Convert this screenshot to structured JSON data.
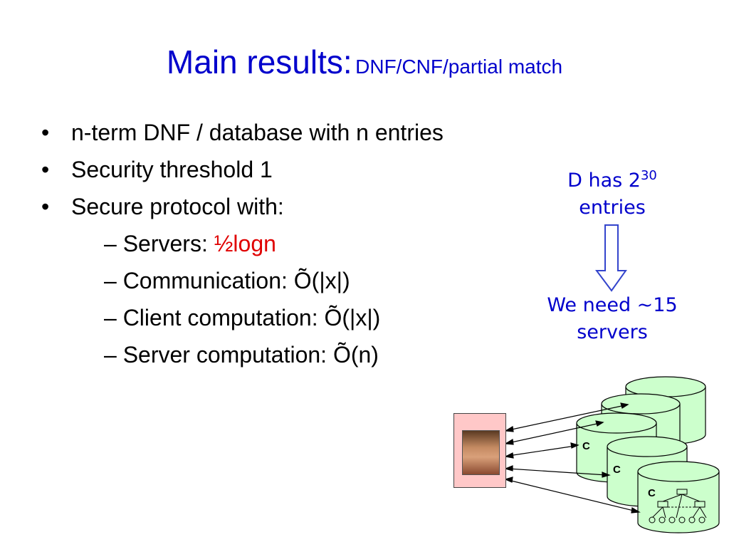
{
  "title": {
    "main": "Main results:",
    "sub": "DNF/CNF/partial match"
  },
  "bullets": {
    "marker": "•",
    "dash": "–",
    "items": [
      "n-term DNF / database with n entries",
      "Security threshold 1",
      "Secure protocol with:"
    ],
    "sub_items": [
      {
        "label": "Servers: ",
        "value": "½logn"
      },
      {
        "label": "Communication: Õ(|x|)",
        "value": ""
      },
      {
        "label": "Client computation: Õ(|x|)",
        "value": ""
      },
      {
        "label": "Server computation: Õ(n)",
        "value": ""
      }
    ]
  },
  "side_note": {
    "line1": "D has 2",
    "exponent": "30",
    "line2": "entries",
    "result_line1": "We need ~15",
    "result_line2": "servers"
  },
  "diagram": {
    "server_label": "C",
    "colors": {
      "server_fill": "#ccffcc",
      "photo_frame": "#ffc8c8",
      "accent_red": "#e00000",
      "text_blue": "#0000cc"
    }
  }
}
